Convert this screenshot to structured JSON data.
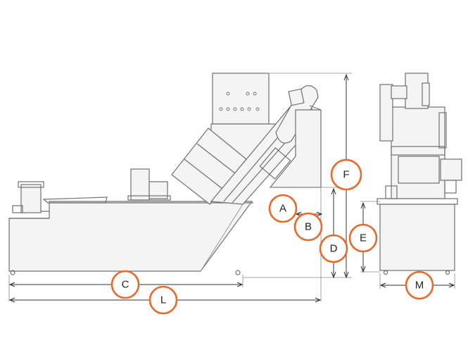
{
  "marker_color": "#e8692a",
  "line_color": "#707070",
  "markers": {
    "A": "A",
    "B": "B",
    "C": "C",
    "D": "D",
    "E": "E",
    "F": "F",
    "L": "L",
    "M": "M"
  }
}
